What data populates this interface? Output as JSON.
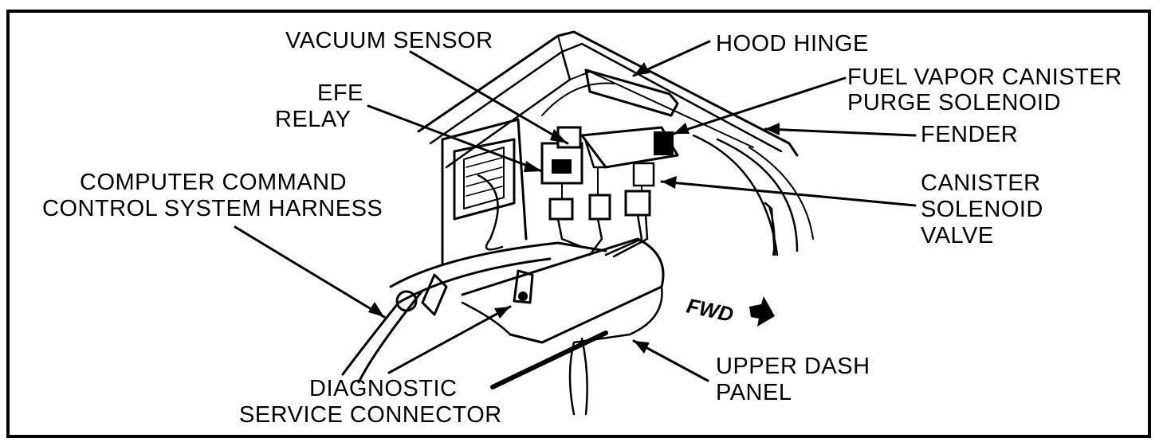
{
  "labels": {
    "vacuum_sensor": "VACUUM SENSOR",
    "hood_hinge": "HOOD HINGE",
    "fuel_vapor_line1": "FUEL VAPOR CANISTER",
    "fuel_vapor_line2": "PURGE SOLENOID",
    "efe_line1": "EFE",
    "efe_line2": "RELAY",
    "fender": "FENDER",
    "harness_line1": "COMPUTER COMMAND",
    "harness_line2": "CONTROL SYSTEM HARNESS",
    "canister_line1": "CANISTER",
    "canister_line2": "SOLENOID",
    "canister_line3": "VALVE",
    "fwd": "FWD",
    "upper_dash_line1": "UPPER DASH",
    "upper_dash_line2": "PANEL",
    "diag_line1": "DIAGNOSTIC",
    "diag_line2": "SERVICE CONNECTOR"
  }
}
